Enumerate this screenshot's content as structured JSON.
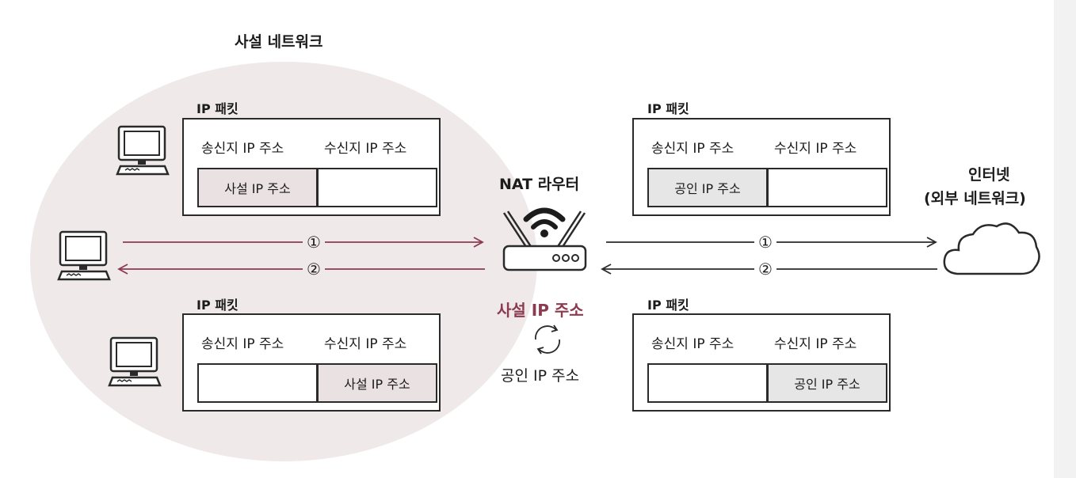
{
  "private_network": {
    "title": "사설 네트워크"
  },
  "router": {
    "label": "NAT 라우터",
    "from": "사설 IP 주소",
    "to": "공인 IP 주소"
  },
  "internet": {
    "line1": "인터넷",
    "line2": "(외부 네트워크)"
  },
  "packets": [
    {
      "label": "IP 패킷",
      "src_header": "송신지 IP 주소",
      "dst_header": "수신지 IP 주소",
      "src_value": "사설 IP 주소",
      "dst_value": ""
    },
    {
      "label": "IP 패킷",
      "src_header": "송신지 IP 주소",
      "dst_header": "수신지 IP 주소",
      "src_value": "",
      "dst_value": "사설 IP 주소"
    },
    {
      "label": "IP 패킷",
      "src_header": "송신지 IP 주소",
      "dst_header": "수신지 IP 주소",
      "src_value": "공인 IP 주소",
      "dst_value": ""
    },
    {
      "label": "IP 패킷",
      "src_header": "송신지 IP 주소",
      "dst_header": "수신지 IP 주소",
      "src_value": "",
      "dst_value": "공인 IP 주소"
    }
  ],
  "flows": [
    {
      "marker": "①"
    },
    {
      "marker": "②"
    }
  ],
  "colors": {
    "private_network_bg": "#efe9e9",
    "private_arrow": "#8c3a4f",
    "public_arrow": "#2a2a2a",
    "private_cell": "#e9e1e2",
    "public_cell": "#e6e6e6"
  },
  "icons": [
    "computer-icon",
    "wifi-router-icon",
    "cloud-icon",
    "refresh-cycle-icon"
  ]
}
